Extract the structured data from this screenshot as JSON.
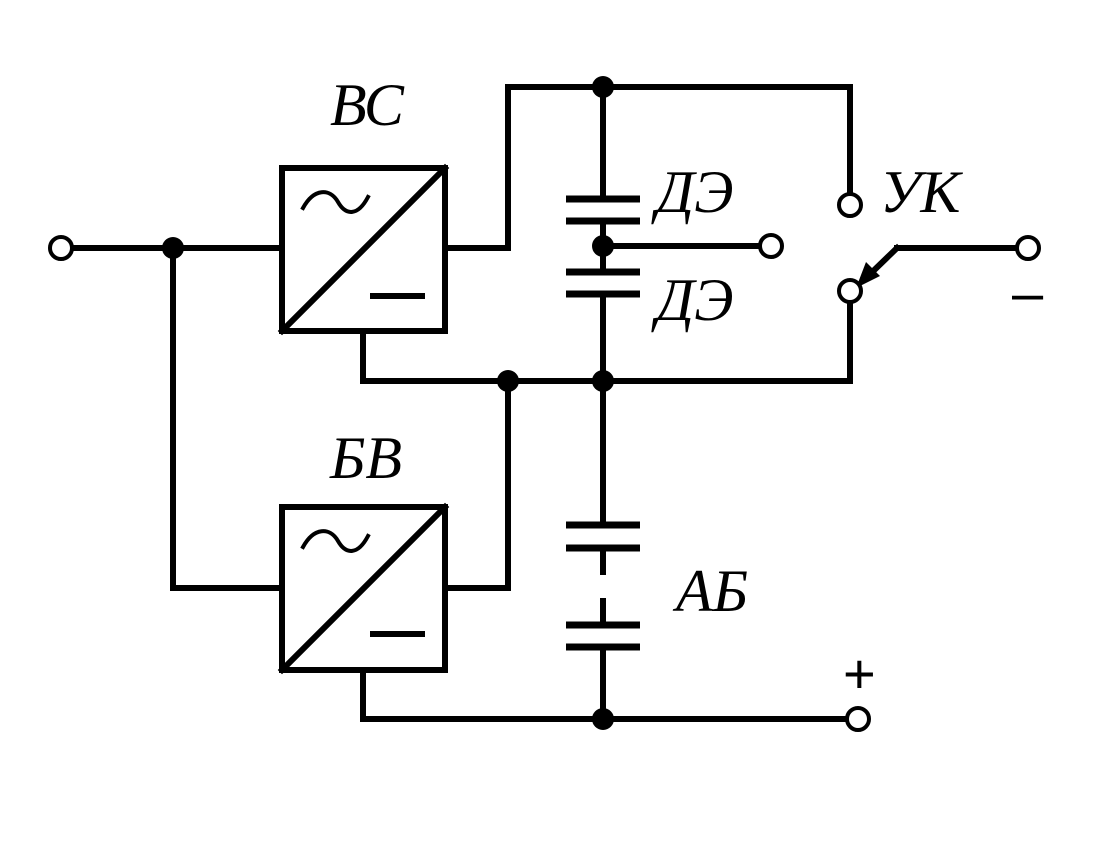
{
  "labels": {
    "rectifier_top": "ВС",
    "rectifier_bottom": "БВ",
    "cell_top": "ДЭ",
    "cell_bottom": "ДЭ",
    "switch": "УК",
    "battery": "АБ",
    "minus": "–",
    "plus": "+"
  },
  "converter_symbols": {
    "ac": "~",
    "dc": "–"
  },
  "colors": {
    "line": "#000000",
    "background": "#ffffff"
  }
}
